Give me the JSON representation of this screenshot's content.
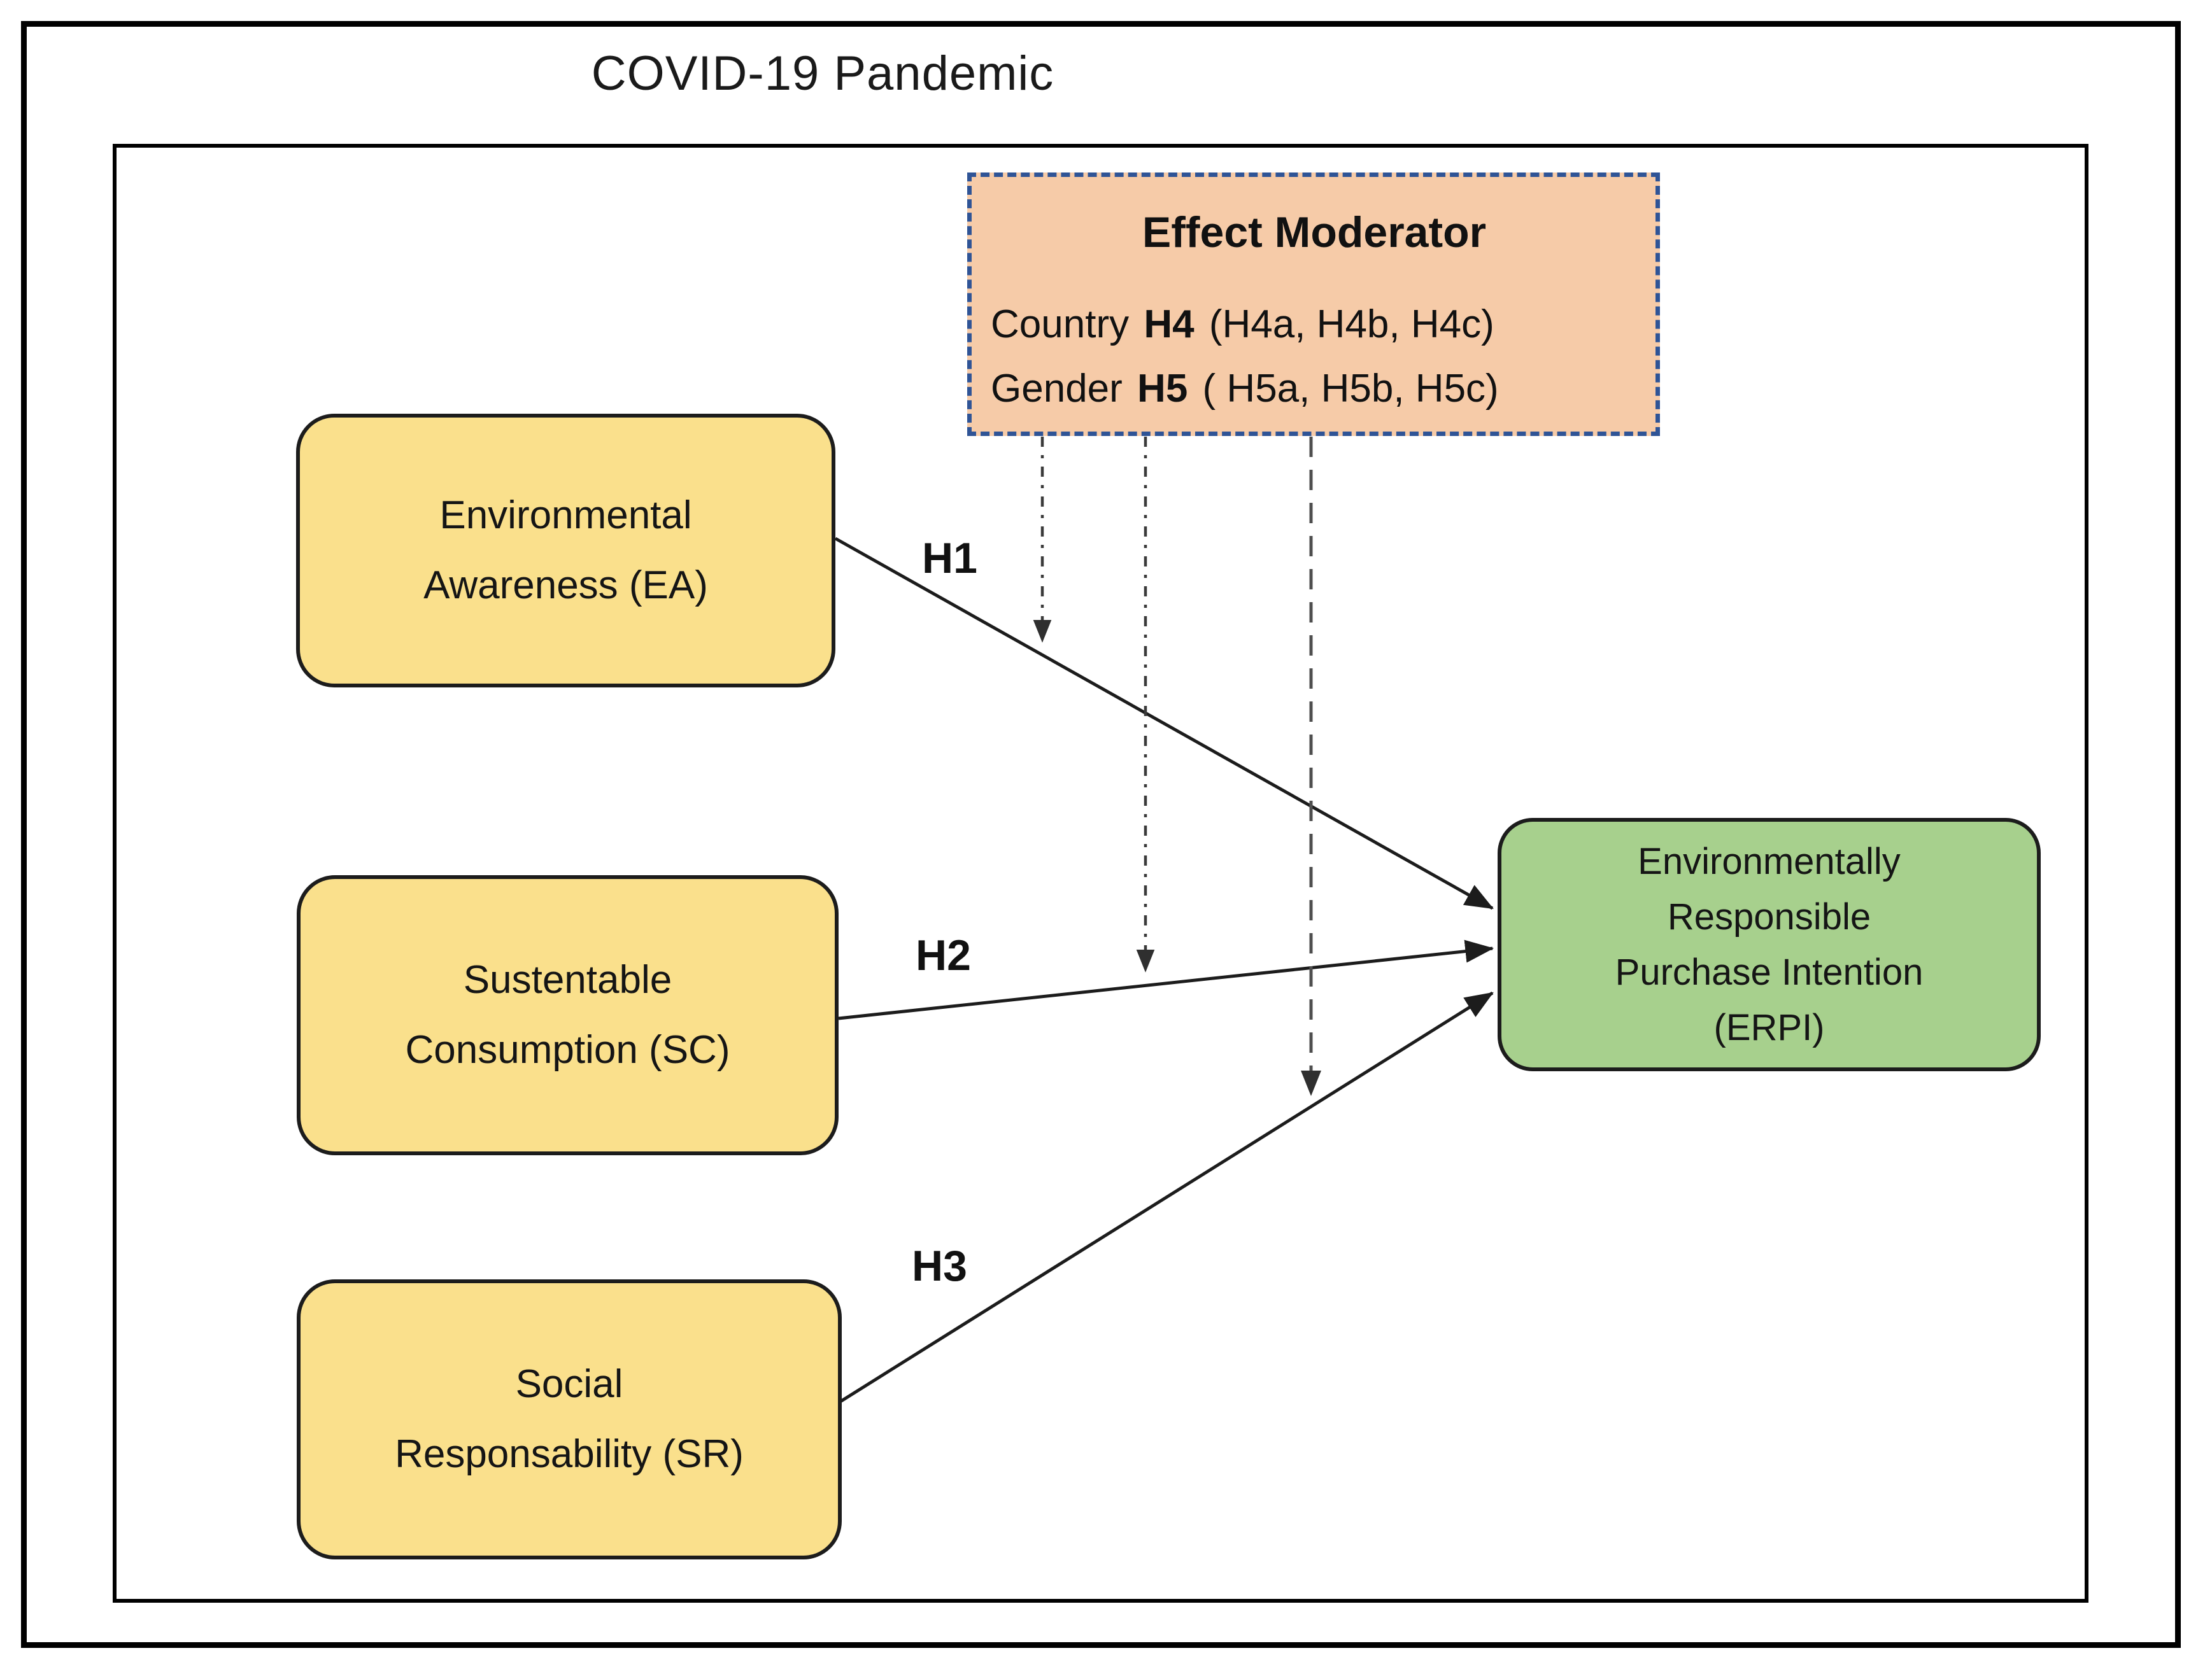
{
  "title": "COVID-19 Pandemic",
  "moderator": {
    "title": "Effect Moderator",
    "rows": [
      {
        "prefix": "Country",
        "bold": "H4",
        "suffix": "(H4a, H4b, H4c)"
      },
      {
        "prefix": "Gender",
        "bold": "H5",
        "suffix": "( H5a, H5b, H5c)"
      }
    ]
  },
  "nodes": {
    "ea": {
      "lines": [
        "Environmental",
        "Awareness (EA)"
      ]
    },
    "sc": {
      "lines": [
        "Sustentable",
        "Consumption (SC)"
      ]
    },
    "sr": {
      "lines": [
        "Social",
        "Responsability (SR)"
      ]
    },
    "erpi": {
      "lines": [
        "Environmentally",
        "Responsible",
        "Purchase Intention",
        "(ERPI)"
      ]
    }
  },
  "hypotheses": {
    "h1": "H1",
    "h2": "H2",
    "h3": "H3"
  },
  "colors": {
    "predictor_fill": "#FAE08C",
    "outcome_fill": "#A7D08D",
    "moderator_fill": "#F6CBA8",
    "moderator_border": "#2F5496",
    "line_black": "#1c1c1c",
    "dashed_gray": "#4a4a4a"
  }
}
